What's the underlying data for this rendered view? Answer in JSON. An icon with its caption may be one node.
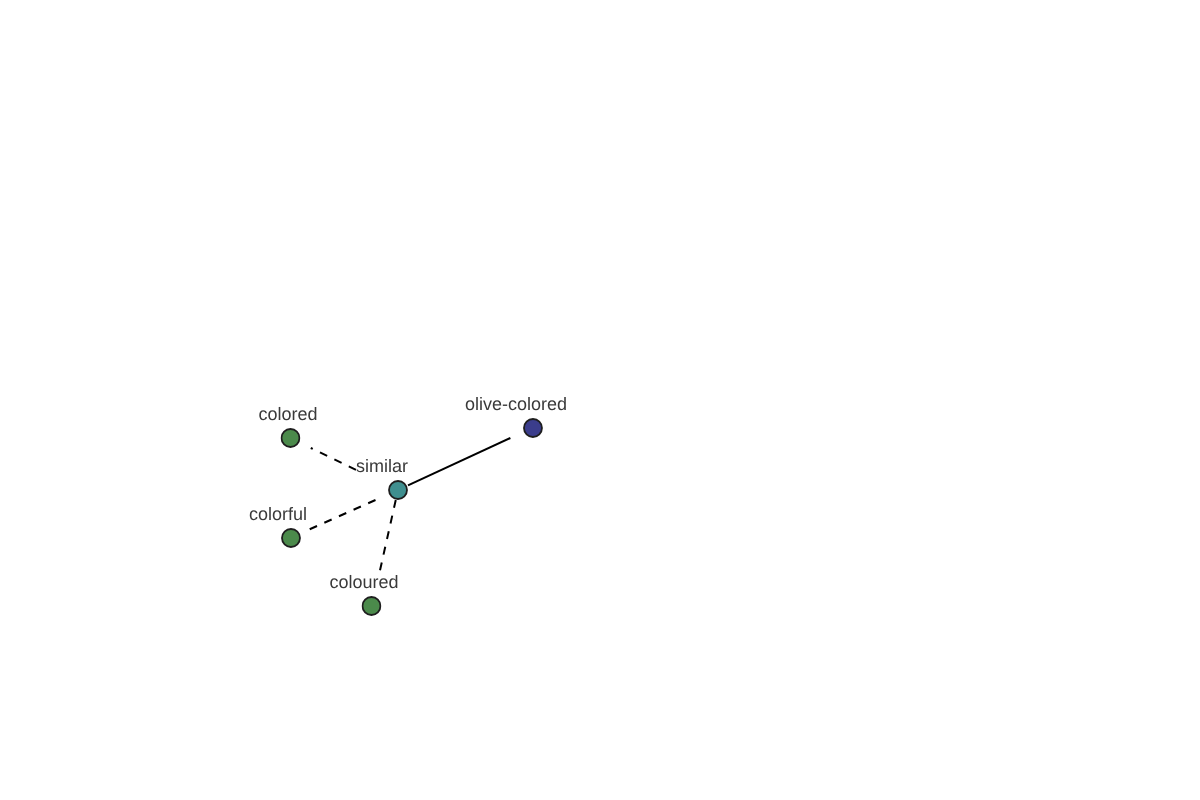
{
  "diagram": {
    "nodes": [
      {
        "text": [
          "olive-colored"
        ]
      },
      {
        "text": [
          "colored"
        ]
      },
      {
        "text": [
          "similar"
        ]
      },
      {
        "text": [
          "colorful"
        ]
      },
      {
        "text": [
          "coloured"
        ]
      }
    ],
    "edges": [
      {
        "from": 2,
        "to": 0,
        "arrow": "none"
      },
      {
        "from": 2,
        "to": 1,
        "arrow": "none",
        "style": "dashed"
      },
      {
        "from": 2,
        "to": 3,
        "arrow": "none",
        "style": "dashed"
      },
      {
        "from": 2,
        "to": 4,
        "arrow": "none",
        "style": "dashed"
      }
    ]
  }
}
